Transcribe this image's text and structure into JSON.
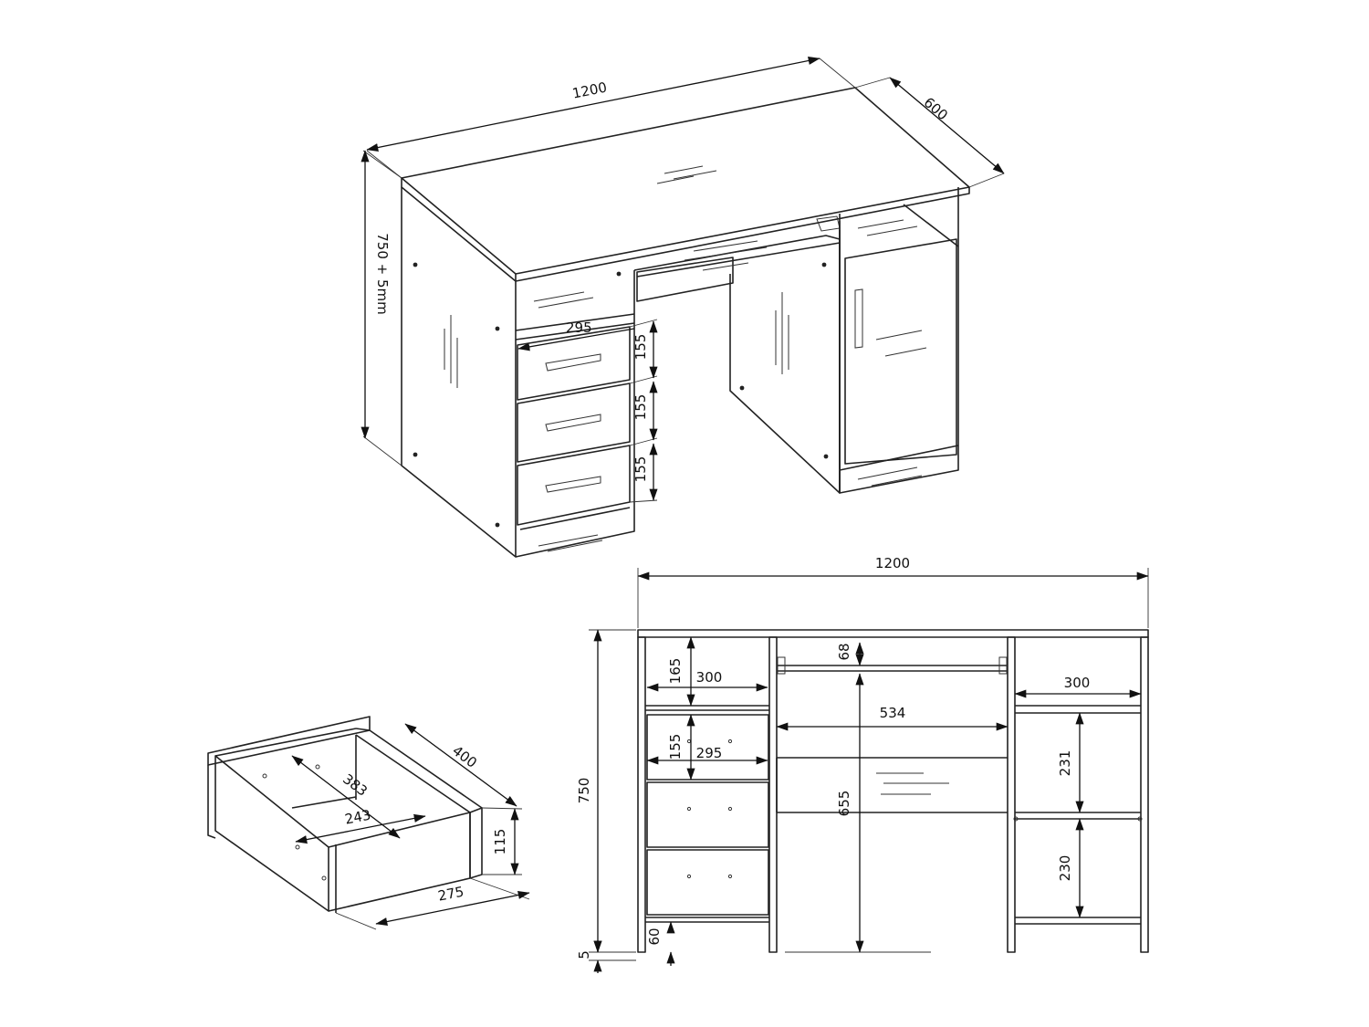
{
  "isometric_view": {
    "width": "1200",
    "depth": "600",
    "height": "750 + 5mm",
    "drawer_width": "295",
    "drawer_heights": [
      "155",
      "155",
      "155"
    ]
  },
  "drawer_view": {
    "depth": "400",
    "inner_depth": "383",
    "inner_width": "243",
    "height": "115",
    "width": "275"
  },
  "front_view": {
    "width": "1200",
    "height": "750",
    "foot": "5",
    "plinth": "60",
    "top_shelf_height": "165",
    "left_shelf_width": "300",
    "drawer_height": "155",
    "drawer_width": "295",
    "keyboard_shelf": "68",
    "knee_width": "534",
    "knee_height": "655",
    "right_shelf_width": "300",
    "right_upper": "231",
    "right_lower": "230"
  }
}
